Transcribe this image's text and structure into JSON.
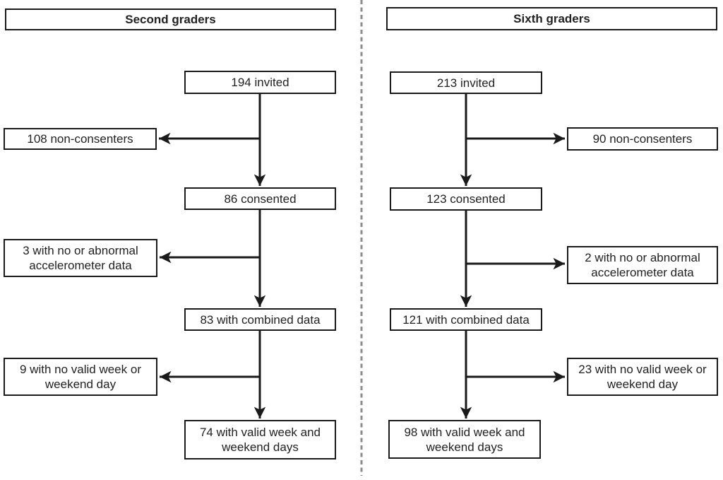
{
  "figure": {
    "type": "participant-flow-diagram",
    "colors": {
      "background": "#ffffff",
      "box_border": "#1a1a1a",
      "arrow": "#1a1a1a",
      "divider": "#8c8c8c",
      "text": "#222222"
    }
  },
  "panels": [
    {
      "id": "second-graders",
      "title": "Second graders",
      "flow": {
        "invited": "194 invited",
        "consented": "86 consented",
        "combined": "83 with combined data",
        "valid": "74 with valid week and weekend days"
      },
      "exclusions": {
        "non_consenters": "108 non-consenters",
        "no_accelerometer": "3 with no or abnormal accelerometer data",
        "no_valid_days": "9 with no valid week or weekend day"
      }
    },
    {
      "id": "sixth-graders",
      "title": "Sixth graders",
      "flow": {
        "invited": "213 invited",
        "consented": "123 consented",
        "combined": "121 with combined data",
        "valid": "98 with valid week and weekend days"
      },
      "exclusions": {
        "non_consenters": "90 non-consenters",
        "no_accelerometer": "2 with no or abnormal accelerometer data",
        "no_valid_days": "23 with no valid week or weekend day"
      }
    }
  ]
}
